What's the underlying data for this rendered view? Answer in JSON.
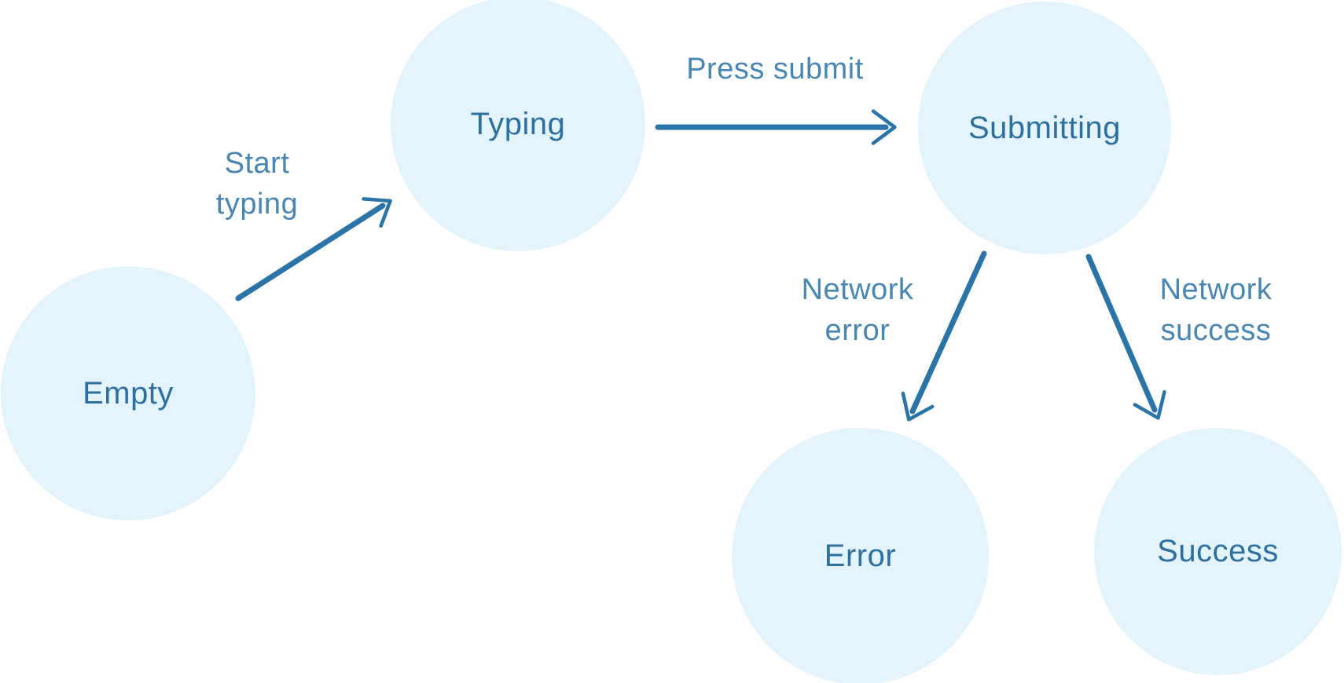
{
  "diagram": {
    "type": "state-machine",
    "background": "#ffffff",
    "colors": {
      "node_fill": "#e3f4fd",
      "node_text": "#2d6f9e",
      "arrow": "#2a74a8",
      "edge_label": "#4886b3"
    },
    "nodes": [
      {
        "id": "empty",
        "label": "Empty"
      },
      {
        "id": "typing",
        "label": "Typing"
      },
      {
        "id": "submitting",
        "label": "Submitting"
      },
      {
        "id": "error",
        "label": "Error"
      },
      {
        "id": "success",
        "label": "Success"
      }
    ],
    "edges": [
      {
        "from": "empty",
        "to": "typing",
        "label": "Start typing"
      },
      {
        "from": "typing",
        "to": "submitting",
        "label": "Press submit"
      },
      {
        "from": "submitting",
        "to": "error",
        "label": "Network error"
      },
      {
        "from": "submitting",
        "to": "success",
        "label": "Network success"
      }
    ]
  }
}
